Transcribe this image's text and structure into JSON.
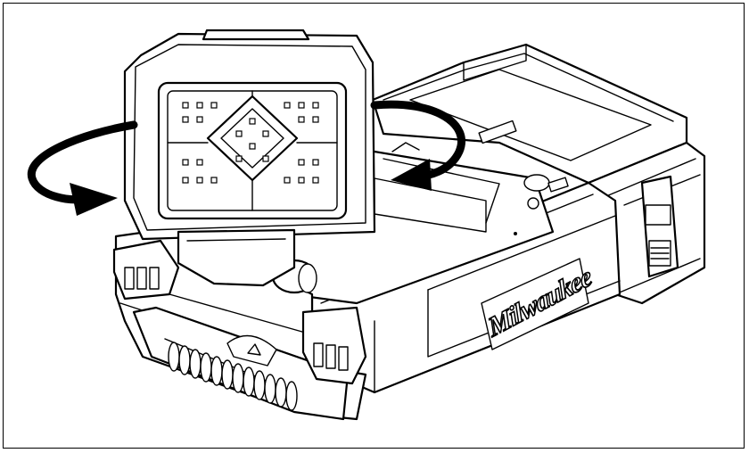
{
  "diagram": {
    "brand_text": "Milwaukee",
    "colors": {
      "line": "#000000",
      "background": "#ffffff"
    },
    "arrows": [
      {
        "name": "rotate-arrow-left",
        "direction": "clockwise"
      },
      {
        "name": "rotate-arrow-right",
        "direction": "clockwise"
      }
    ]
  }
}
